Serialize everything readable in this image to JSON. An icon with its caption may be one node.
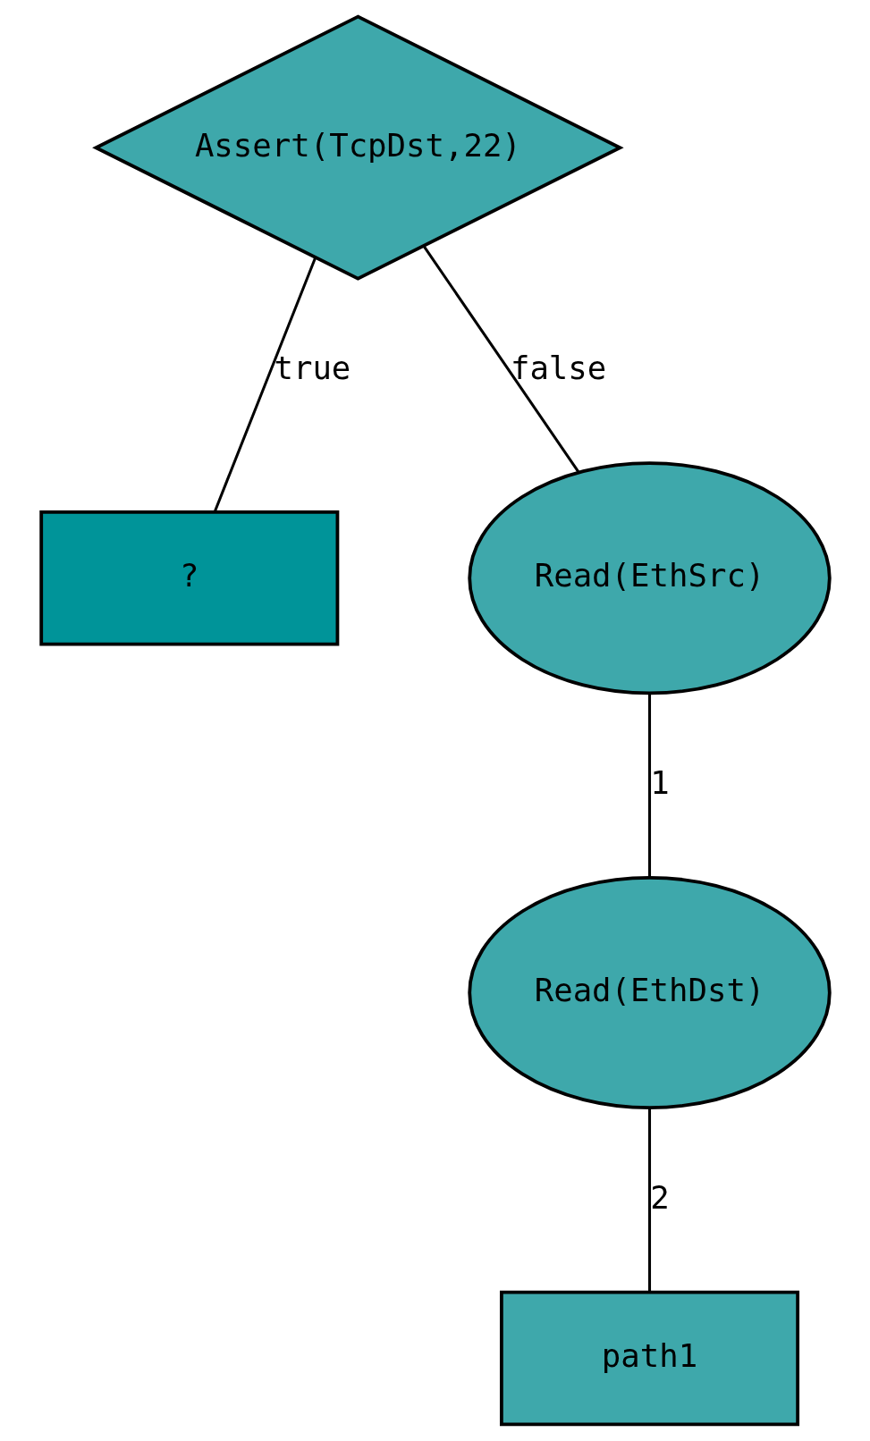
{
  "diagram": {
    "nodes": [
      {
        "text": [
          "Assert(TcpDst,22)"
        ]
      },
      {
        "text": [
          "?"
        ]
      },
      {
        "text": [
          "Read(EthSrc)"
        ]
      },
      {
        "text": [
          "Read(EthDst)"
        ]
      },
      {
        "text": [
          "path1"
        ]
      }
    ],
    "edges": [
      {
        "from": 0,
        "to": 1,
        "arrow": "none",
        "label": "true"
      },
      {
        "from": 0,
        "to": 2,
        "arrow": "none",
        "label": "false"
      },
      {
        "from": 2,
        "to": 3,
        "arrow": "none",
        "label": "1"
      },
      {
        "from": 3,
        "to": 4,
        "arrow": "none",
        "label": "2"
      }
    ]
  }
}
